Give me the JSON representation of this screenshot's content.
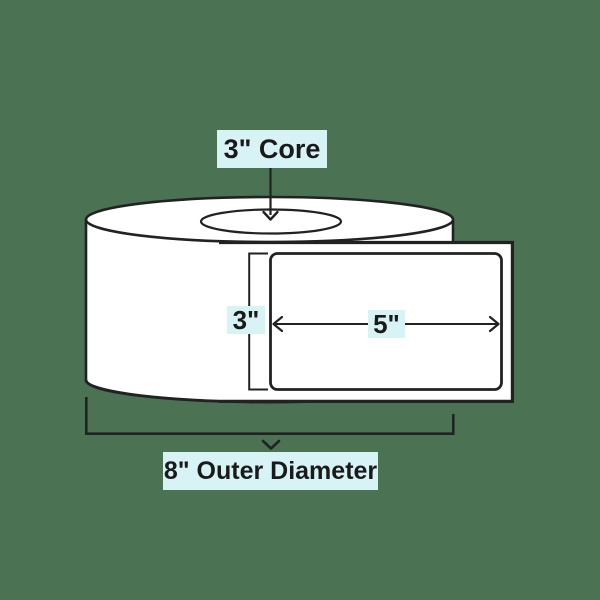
{
  "page": {
    "background": "#4b7252"
  },
  "palette": {
    "highlight": "#d8f3f6",
    "line": "#222222",
    "text": "#1a1a1a",
    "surface": "#ffffff"
  },
  "diagram": {
    "subject": "thermal-label-roll-dimensions",
    "callouts": {
      "core": "3\" Core",
      "label_height": "3\"",
      "label_width": "5\"",
      "outer_diameter": "8\" Outer Diameter"
    }
  }
}
